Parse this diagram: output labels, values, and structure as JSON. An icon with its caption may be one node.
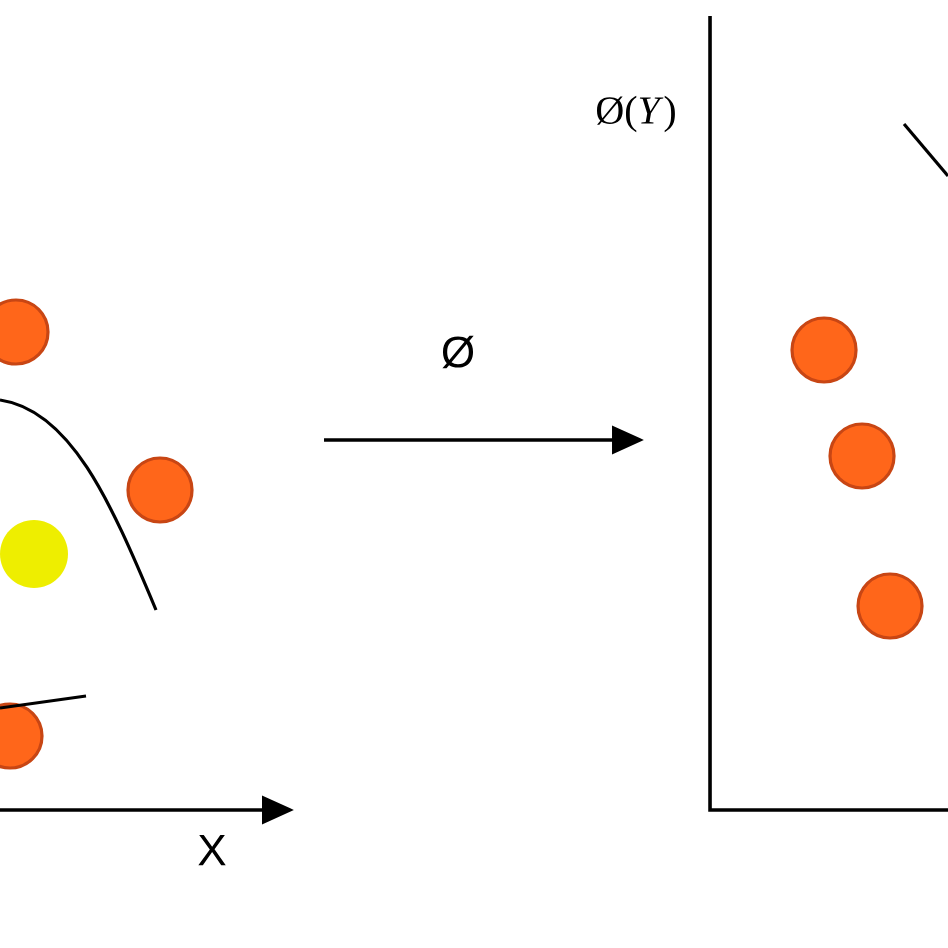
{
  "diagram": {
    "labels": [
      "X",
      "Ø",
      "Ø(*Y*)"
    ]
  }
}
